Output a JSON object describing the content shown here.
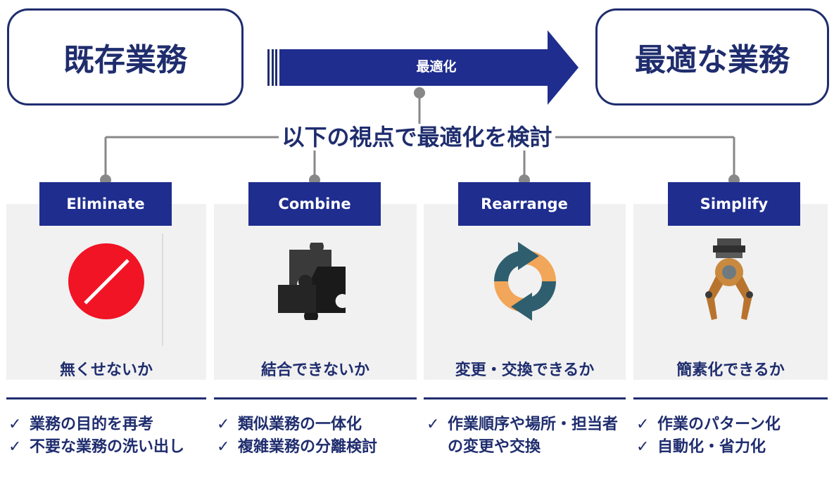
{
  "header": {
    "left_label": "既存業務",
    "arrow_label": "最適化",
    "right_label": "最適な業務"
  },
  "headline": "以下の視点で最適化を検討",
  "colors": {
    "navy": "#1f2d6e",
    "tag_blue": "#1f2d8f",
    "panel_gray": "#f1f1f1",
    "connector_gray": "#888888"
  },
  "columns": [
    {
      "tag": "Eliminate",
      "icon": "prohibited-icon",
      "question": "無くせないか",
      "bullets": [
        "業務の目的を再考",
        "不要な業務の洗い出し"
      ]
    },
    {
      "tag": "Combine",
      "icon": "puzzle-icon",
      "question": "結合できないか",
      "bullets": [
        "類似業務の一体化",
        "複雑業務の分離検討"
      ]
    },
    {
      "tag": "Rearrange",
      "icon": "cycle-arrows-icon",
      "question": "変更・交換できるか",
      "bullets": [
        "作業順序や場所・担当者の変更や交換"
      ]
    },
    {
      "tag": "Simplify",
      "icon": "robot-gripper-icon",
      "question": "簡素化できるか",
      "bullets": [
        "作業のパターン化",
        "自動化・省力化"
      ]
    }
  ],
  "check_mark": "✓"
}
